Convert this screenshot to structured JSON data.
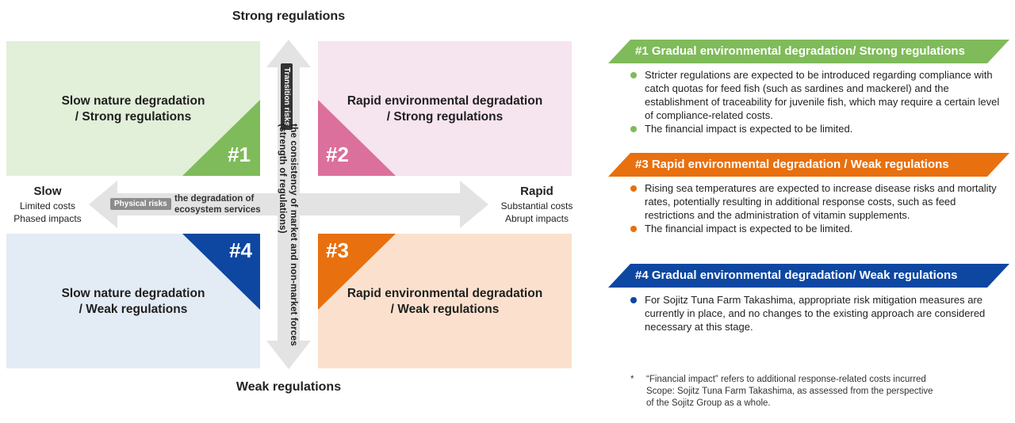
{
  "axes": {
    "top": "Strong regulations",
    "bottom": "Weak regulations",
    "left": {
      "title": "Slow",
      "lines": [
        "Limited costs",
        "Phased impacts"
      ]
    },
    "right": {
      "title": "Rapid",
      "lines": [
        "Substantial costs",
        "Abrupt impacts"
      ]
    },
    "horizontal_arrow": {
      "tag": "Physical risks",
      "lines": [
        "the degradation of",
        "ecosystem services"
      ]
    },
    "vertical_arrow": {
      "tag": "Transition risks",
      "lines": [
        "the consistency of market and non-market forces",
        "(strength of regulations)"
      ]
    }
  },
  "quadrants": [
    {
      "id": "#1",
      "lines": [
        "Slow nature degradation",
        "/ Strong regulations"
      ],
      "bg": "#e2efd9",
      "accent": "#7fbb5a"
    },
    {
      "id": "#2",
      "lines": [
        "Rapid environmental degradation",
        "/ Strong regulations"
      ],
      "bg": "#f6e4ee",
      "accent": "#db709c"
    },
    {
      "id": "#3",
      "lines": [
        "Rapid environmental degradation",
        "/ Weak regulations"
      ],
      "bg": "#fbe1cd",
      "accent": "#e8700e"
    },
    {
      "id": "#4",
      "lines": [
        "Slow nature  degradation",
        "/ Weak regulations"
      ],
      "bg": "#e3ebf5",
      "accent": "#0d47a1"
    }
  ],
  "scenarios": [
    {
      "header": "#1   Gradual environmental degradation/ Strong regulations",
      "color": "#7fbb5a",
      "bullets": [
        "Stricter regulations are expected to be introduced regarding compliance with catch quotas for feed fish (such as sardines and mackerel) and the establishment of traceability for juvenile fish, which may require a certain level of compliance-related costs.",
        "The financial impact is expected to be limited."
      ]
    },
    {
      "header": "#3   Rapid environmental degradation / Weak regulations",
      "color": "#e8700e",
      "bullets": [
        "Rising sea temperatures are expected to increase disease risks and mortality rates, potentially resulting in additional response costs, such as feed restrictions and the administration of vitamin supplements.",
        "The financial impact is expected to be limited."
      ]
    },
    {
      "header": "#4   Gradual environmental degradation/ Weak regulations",
      "color": "#0d47a1",
      "bullets": [
        "For Sojitz Tuna Farm Takashima, appropriate risk mitigation measures are currently in place, and no changes to the existing approach are considered necessary at this stage."
      ]
    }
  ],
  "footnote": {
    "marker": "*",
    "lines": [
      "“Financial impact” refers to additional response-related costs incurred",
      "Scope: Sojitz Tuna Farm Takashima, as assessed from the perspective",
      "of the Sojitz Group as a whole."
    ]
  }
}
